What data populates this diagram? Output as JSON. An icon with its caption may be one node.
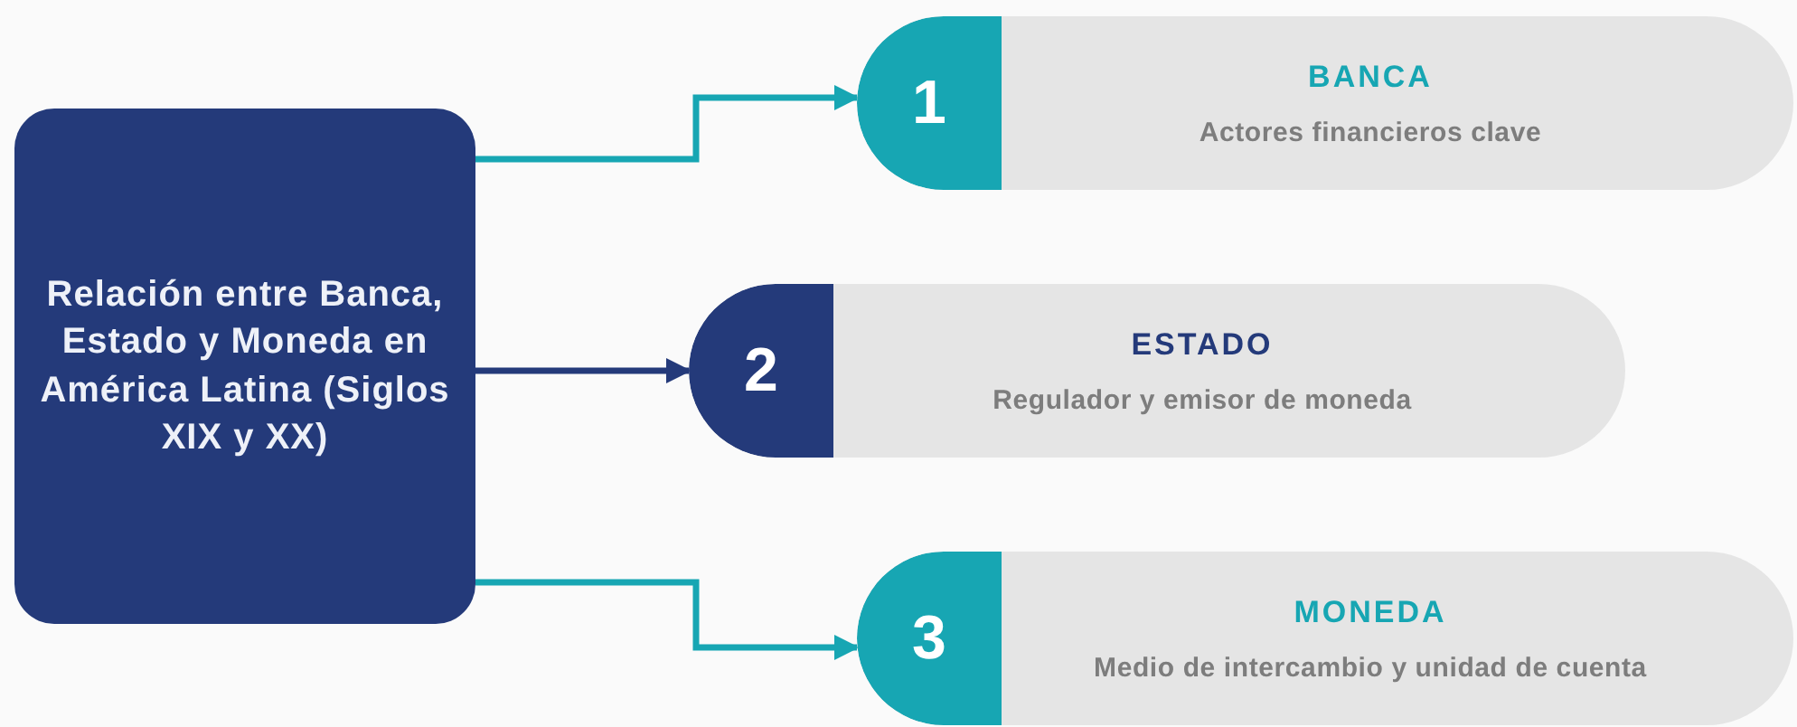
{
  "diagram": {
    "nodes": [
      {
        "text": [
          "Relación entre Banca, Estado y Moneda en América Latina (Siglos XIX y XX)"
        ]
      },
      {
        "text": [
          "1",
          "BANCA",
          "Actores financieros clave"
        ]
      },
      {
        "text": [
          "2",
          "ESTADO",
          "Regulador y emisor de moneda"
        ]
      },
      {
        "text": [
          "3",
          "MONEDA",
          "Medio de intercambio y unidad de cuenta"
        ]
      }
    ],
    "edges": [
      {
        "from": 0,
        "to": 1,
        "arrow": "to"
      },
      {
        "from": 0,
        "to": 2,
        "arrow": "to",
        "color": "#243a7a"
      },
      {
        "from": 0,
        "to": 3,
        "arrow": "to"
      }
    ]
  }
}
